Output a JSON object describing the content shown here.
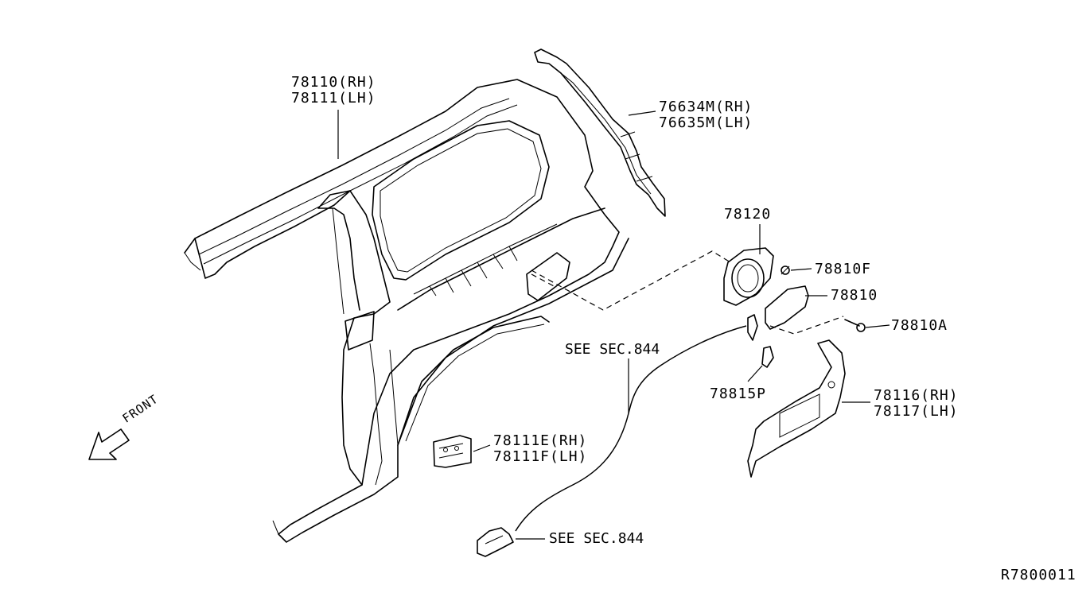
{
  "labels": {
    "side_outer_rh": "78110(RH)",
    "side_outer_lh": "78111(LH)",
    "pillar_rh": "76634M(RH)",
    "pillar_lh": "76635M(LH)",
    "filler_base": "78120",
    "clip_f": "78810F",
    "filler_lid": "78810",
    "screw_a": "78810A",
    "spring": "78815P",
    "inner_rh": "78116(RH)",
    "inner_lh": "78117(LH)",
    "bracket_rh": "78111E(RH)",
    "bracket_lh": "78111F(LH)",
    "see_sec_cable": "SEE SEC.844",
    "see_sec_opener": "SEE SEC.844",
    "front": "FRONT",
    "diagram_code": "R7800011"
  }
}
